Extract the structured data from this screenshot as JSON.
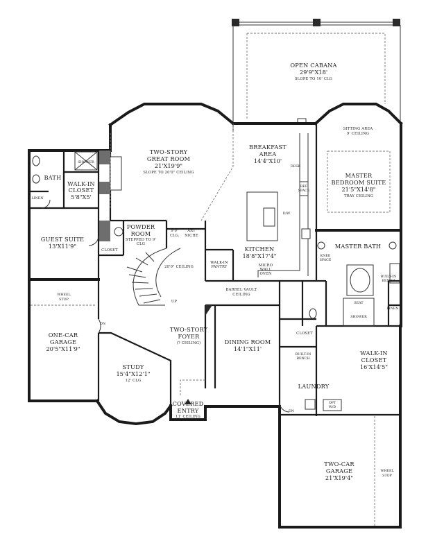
{
  "rooms": {
    "open_cabana": {
      "name": "OPEN CABANA",
      "size": "29'9\"X18'",
      "note": "SLOPE TO 10' CLG"
    },
    "great_room": {
      "name1": "TWO-STORY",
      "name2": "GREAT ROOM",
      "size": "21'X19'9\"",
      "note": "SLOPE TO 20'0\" CEILING"
    },
    "breakfast": {
      "name1": "BREAKFAST",
      "name2": "AREA",
      "size": "14'4\"X10'"
    },
    "sitting_area": {
      "name": "SITTING AREA",
      "note": "9' CEILING"
    },
    "master_bedroom": {
      "name1": "MASTER",
      "name2": "BEDROOM SUITE",
      "size": "21'5\"X14'8\"",
      "note": "TRAY CEILING"
    },
    "bath": {
      "name": "BATH"
    },
    "shower_small": {
      "name": "SHOWER"
    },
    "walk_in_closet_small": {
      "name1": "WALK-IN",
      "name2": "CLOSET",
      "size": "5'8\"X5'"
    },
    "linen_left": {
      "name": "LINEN"
    },
    "guest_suite": {
      "name": "GUEST SUITE",
      "size": "13'X11'9\""
    },
    "powder_room": {
      "name1": "POWDER",
      "name2": "ROOM",
      "note1": "STEPPED TO 9'",
      "note2": "CLG"
    },
    "closet_left": {
      "name": "CLOSET"
    },
    "clg_9": {
      "name1": "9'0\"",
      "name2": "CLG."
    },
    "art_niche": {
      "name1": "ART",
      "name2": "NICHE"
    },
    "ceiling_20": {
      "name": "20'0\" CEILING"
    },
    "kitchen": {
      "name": "KITCHEN",
      "size": "18'8\"X17'4\""
    },
    "walk_in_pantry": {
      "name1": "WALK-IN",
      "name2": "PANTRY"
    },
    "micro_wall_oven": {
      "name1": "MICRO",
      "name2": "WALL",
      "name3": "OVEN"
    },
    "master_bath": {
      "name": "MASTER BATH"
    },
    "knee_space": {
      "name1": "KNEE",
      "name2": "SPACE"
    },
    "ref_space": {
      "name1": "REF",
      "name2": "SPACE"
    },
    "desk": {
      "name": "DESK"
    },
    "dw": {
      "name": "D/W"
    },
    "built_in_bench_mb": {
      "name1": "BUILT-IN",
      "name2": "BENCH"
    },
    "seat": {
      "name": "SEAT"
    },
    "shower_master": {
      "name": "SHOWER"
    },
    "linen_master": {
      "name": "LINEN"
    },
    "up": {
      "name": "UP"
    },
    "barrel_vault": {
      "name1": "BARREL VAULT",
      "name2": "CEILING"
    },
    "wheel_stop_left": {
      "name1": "WHEEL",
      "name2": "STOP"
    },
    "one_car_garage": {
      "name1": "ONE-CAR",
      "name2": "GARAGE",
      "size": "20'5\"X11'9\""
    },
    "dn": {
      "name": "DN"
    },
    "foyer": {
      "name1": "TWO-STORY",
      "name2": "FOYER",
      "note": "(? CEILING)"
    },
    "dining_room": {
      "name": "DINING ROOM",
      "size": "14'1\"X11'"
    },
    "closet_mid": {
      "name": "CLOSET"
    },
    "walk_in_closet_master": {
      "name1": "WALK-IN",
      "name2": "CLOSET",
      "size": "16'X14'5\""
    },
    "study": {
      "name": "STUDY",
      "size": "15'4\"X12'1\"",
      "note": "12' CLG"
    },
    "built_in_bench_laundry": {
      "name1": "BUILT-IN",
      "name2": "BENCH"
    },
    "laundry": {
      "name": "LAUNDRY"
    },
    "opt_wd": {
      "name1": "OPT",
      "name2": "W/D"
    },
    "dn_garage": {
      "name": "DN"
    },
    "covered_entry": {
      "name1": "COVERED",
      "name2": "ENTRY",
      "note": "11' CEILING"
    },
    "two_car_garage": {
      "name1": "TWO-CAR",
      "name2": "GARAGE",
      "size": "21'X19'4\""
    },
    "wheel_stop_right": {
      "name1": "WHEEL",
      "name2": "STOP"
    }
  }
}
